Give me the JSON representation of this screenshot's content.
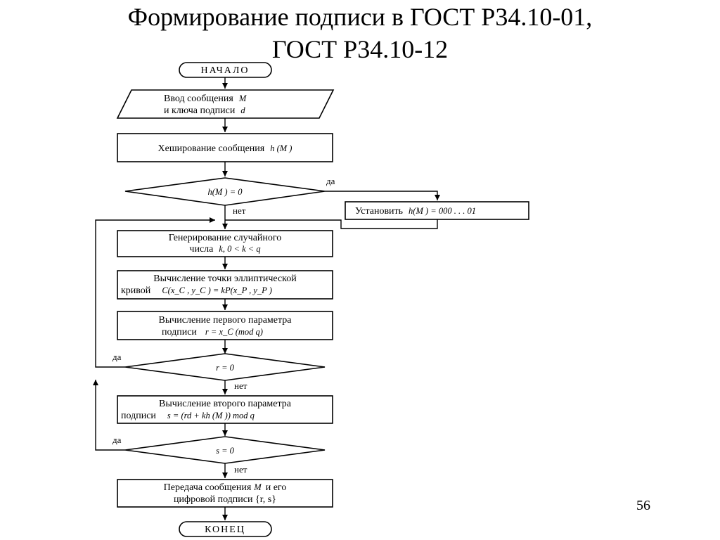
{
  "title": {
    "line1": "Формирование подписи в ГОСТ Р34.10-01,",
    "line2": "ГОСТ Р34.10-12"
  },
  "page_number": "56",
  "flowchart": {
    "start": "НАЧАЛО",
    "input": {
      "line1": "Ввод сообщения",
      "line1_var": "M",
      "line2": "и ключа подписи",
      "line2_var": "d"
    },
    "hash": {
      "text": "Хеширование сообщения",
      "formula": "h (M )"
    },
    "check_h": {
      "condition": "h(M ) = 0",
      "yes": "да",
      "no": "нет"
    },
    "set_h": {
      "text": "Установить",
      "formula": "h(M ) = 000 . . . 01"
    },
    "gen_k": {
      "line1": "Генерирование случайного",
      "line2": "числа",
      "line2_formula": "k,   0 < k < q"
    },
    "point": {
      "line1": "Вычисление точки эллиптической",
      "line2": "кривой",
      "line2_formula": "C(x_C , y_C ) = kP(x_P , y_P )"
    },
    "r_param": {
      "line1": "Вычисление первого параметра",
      "line2": "подписи",
      "line2_formula": "r = x_C (mod q)"
    },
    "check_r": {
      "condition": "r = 0",
      "yes": "да",
      "no": "нет"
    },
    "s_param": {
      "line1": "Вычисление второго параметра",
      "line2": "подписи",
      "line2_formula": "s = (rd + kh (M )) mod q"
    },
    "check_s": {
      "condition": "s = 0",
      "yes": "да",
      "no": "нет"
    },
    "output": {
      "line1": "Передача сообщения",
      "line1_var": "M",
      "line1_end": "и его",
      "line2": "цифровой подписи {r, s}"
    },
    "end": "КОНЕЦ"
  }
}
